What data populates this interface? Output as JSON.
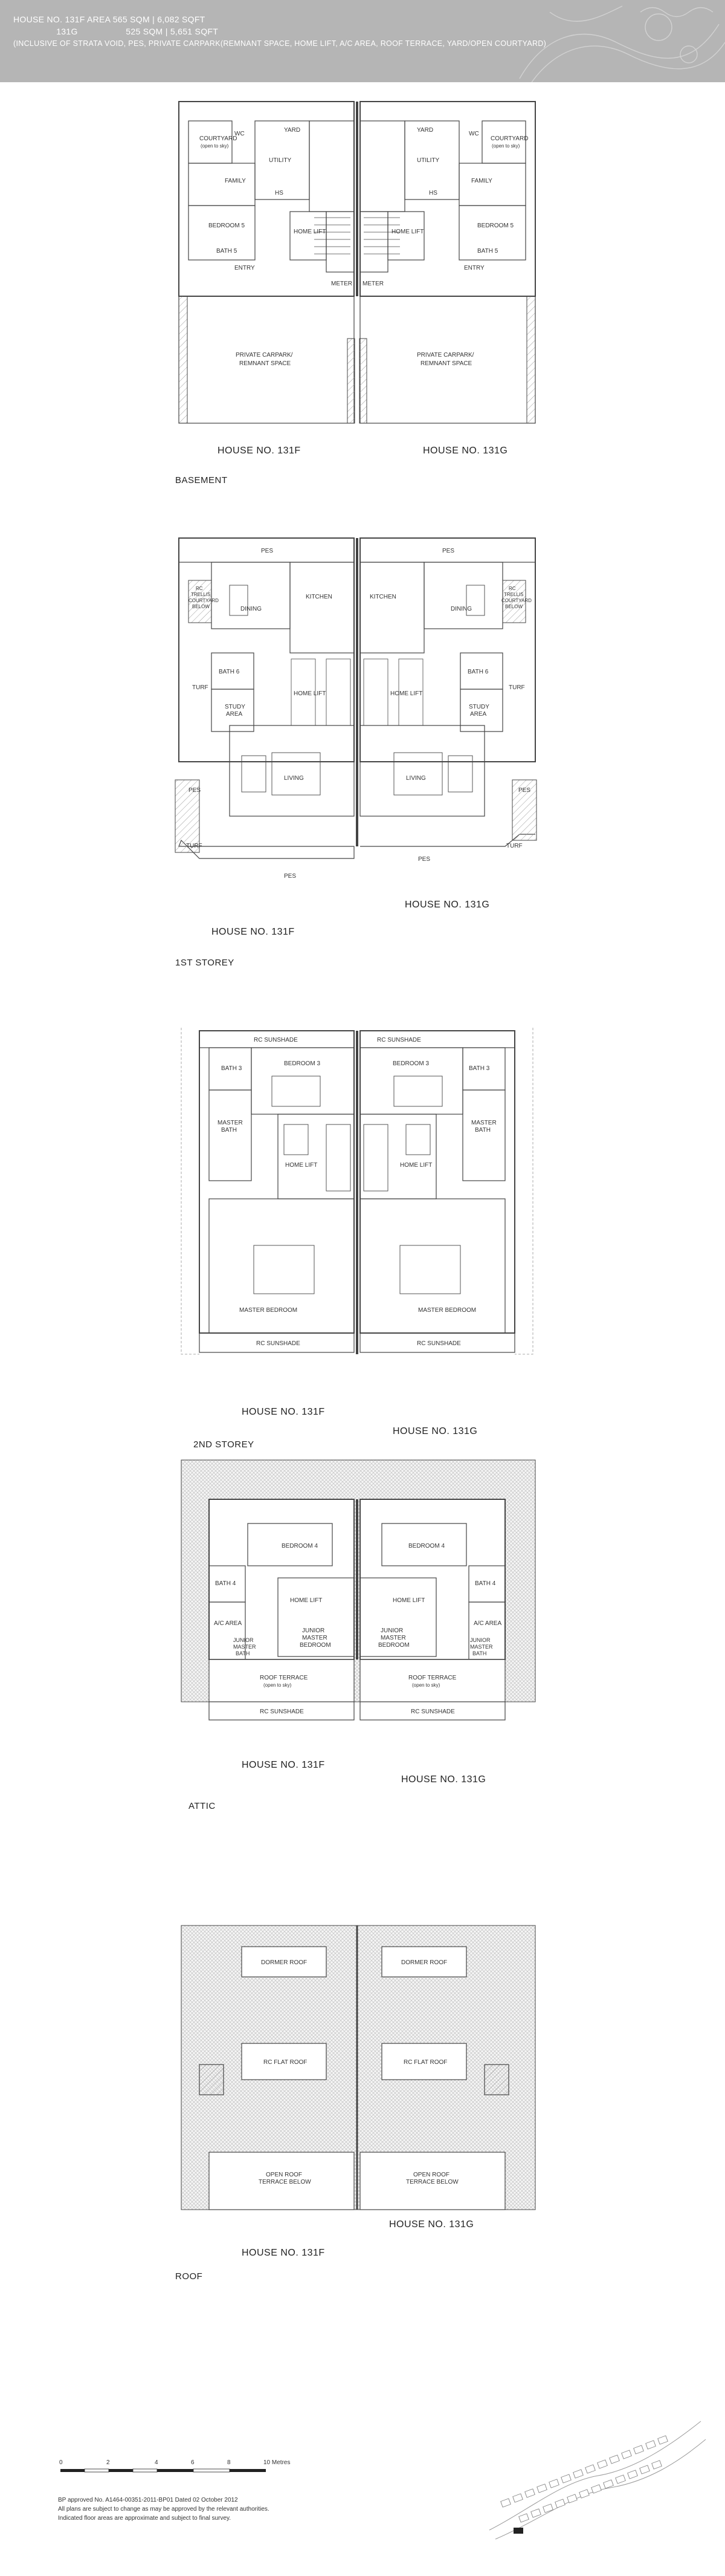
{
  "header": {
    "line1": "HOUSE NO.  131F        AREA     565 SQM | 6,082 SQFT",
    "line2": "                 131G                   525 SQM | 5,651 SQFT",
    "line3": "(INCLUSIVE OF STRATA VOID, PES, PRIVATE CARPARK(REMNANT SPACE, HOME LIFT, A/C AREA, ROOF TERRACE, YARD/OPEN COURTYARD)"
  },
  "house_labels": {
    "left": "HOUSE NO. 131F",
    "right": "HOUSE NO. 131G"
  },
  "floors": {
    "basement": {
      "name": "BASEMENT",
      "rooms": {
        "wc": "WC",
        "yard": "YARD",
        "courtyard": "COURTYARD",
        "courtyard_sub": "(open to sky)",
        "family": "FAMILY",
        "utility": "UTILITY",
        "hs": "HS",
        "bedroom5": "BEDROOM 5",
        "bath": "BATH 5",
        "entry": "ENTRY",
        "home_lift": "HOME LIFT",
        "meter": "METER",
        "carpark_1": "PRIVATE CARPARK/",
        "carpark_2": "REMNANT SPACE"
      }
    },
    "first": {
      "name": "1ST STOREY",
      "rooms": {
        "pes": "PES",
        "dining": "DINING",
        "kitchen": "KITCHEN",
        "rc_trellis_1": "RC",
        "rc_trellis_2": "TRELLIS",
        "rc_trellis_3": "COURTYARD",
        "rc_trellis_4": "BELOW",
        "bath6": "BATH 6",
        "turf": "TURF",
        "study": "STUDY",
        "study2": "AREA",
        "home_lift": "HOME LIFT",
        "living": "LIVING"
      }
    },
    "second": {
      "name": "2ND STOREY",
      "rooms": {
        "rc_sunshade": "RC SUNSHADE",
        "bath3": "BATH 3",
        "bedroom3": "BEDROOM 3",
        "master_bath": "MASTER",
        "master_bath2": "BATH",
        "home_lift": "HOME LIFT",
        "master_bedroom": "MASTER BEDROOM"
      }
    },
    "attic": {
      "name": "ATTIC",
      "rooms": {
        "bedroom4": "BEDROOM 4",
        "bath4": "BATH 4",
        "ac_area": "A/C AREA",
        "home_lift": "HOME LIFT",
        "junior1": "JUNIOR",
        "junior2": "MASTER",
        "junior3": "BEDROOM",
        "junior_bath1": "JUNIOR",
        "junior_bath2": "MASTER",
        "junior_bath3": "BATH",
        "roof_terrace": "ROOF TERRACE",
        "roof_terrace_sub": "(open to sky)",
        "rc_sunshade": "RC SUNSHADE"
      }
    },
    "roof": {
      "name": "ROOF",
      "rooms": {
        "dormer": "DORMER ROOF",
        "rc_flat": "RC FLAT ROOF",
        "open_roof_1": "OPEN ROOF",
        "open_roof_2": "TERRACE BELOW"
      }
    }
  },
  "scale": {
    "ticks": [
      "0",
      "2",
      "4",
      "6",
      "8",
      "10 Metres"
    ]
  },
  "notes": {
    "line1": "BP approved No. A1464-00351-2011-BP01 Dated 02 October 2012",
    "line2": "All plans are subject to change as may be approved by the relevant authorities.",
    "line3": "Indicated floor areas are approximate and subject to final survey."
  }
}
